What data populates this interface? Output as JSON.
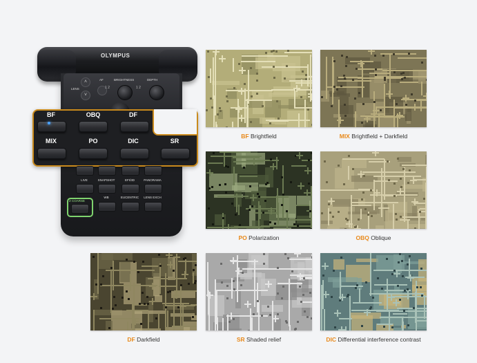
{
  "controller": {
    "brand": "OLYMPUS",
    "panel_labels": {
      "lens": "LENS",
      "af": "AF",
      "brightness": "BRIGHTNESS",
      "focus": "DEPTH"
    },
    "modes": [
      {
        "label": "BF"
      },
      {
        "label": "OBQ"
      },
      {
        "label": "DF"
      },
      {
        "label": "MIX"
      },
      {
        "label": "PO"
      },
      {
        "label": "DIC"
      },
      {
        "label": "SR"
      }
    ],
    "keys": [
      {
        "label": "LIVE"
      },
      {
        "label": "SNAPSHOT"
      },
      {
        "label": "EFI/3D"
      },
      {
        "label": "PANORAMA"
      },
      {
        "label": "Z COARSE"
      },
      {
        "label": "WB"
      },
      {
        "label": "EUCENTRIC"
      },
      {
        "label": "LENS EXCH"
      }
    ],
    "colors": {
      "highlight": "#c98a1c",
      "zcoarse": "#7fd36e",
      "led": "#4aa3ff"
    }
  },
  "samples": [
    {
      "abbr": "BF",
      "name": "Brightfield"
    },
    {
      "abbr": "MIX",
      "name": "Brightfield + Darkfield"
    },
    {
      "abbr": "PO",
      "name": "Polarization"
    },
    {
      "abbr": "OBQ",
      "name": "Oblique"
    },
    {
      "abbr": "DF",
      "name": "Darkfield"
    },
    {
      "abbr": "SR",
      "name": "Shaded relief"
    },
    {
      "abbr": "DIC",
      "name": "Differential interference contrast"
    }
  ],
  "accent_color": "#e8891a"
}
